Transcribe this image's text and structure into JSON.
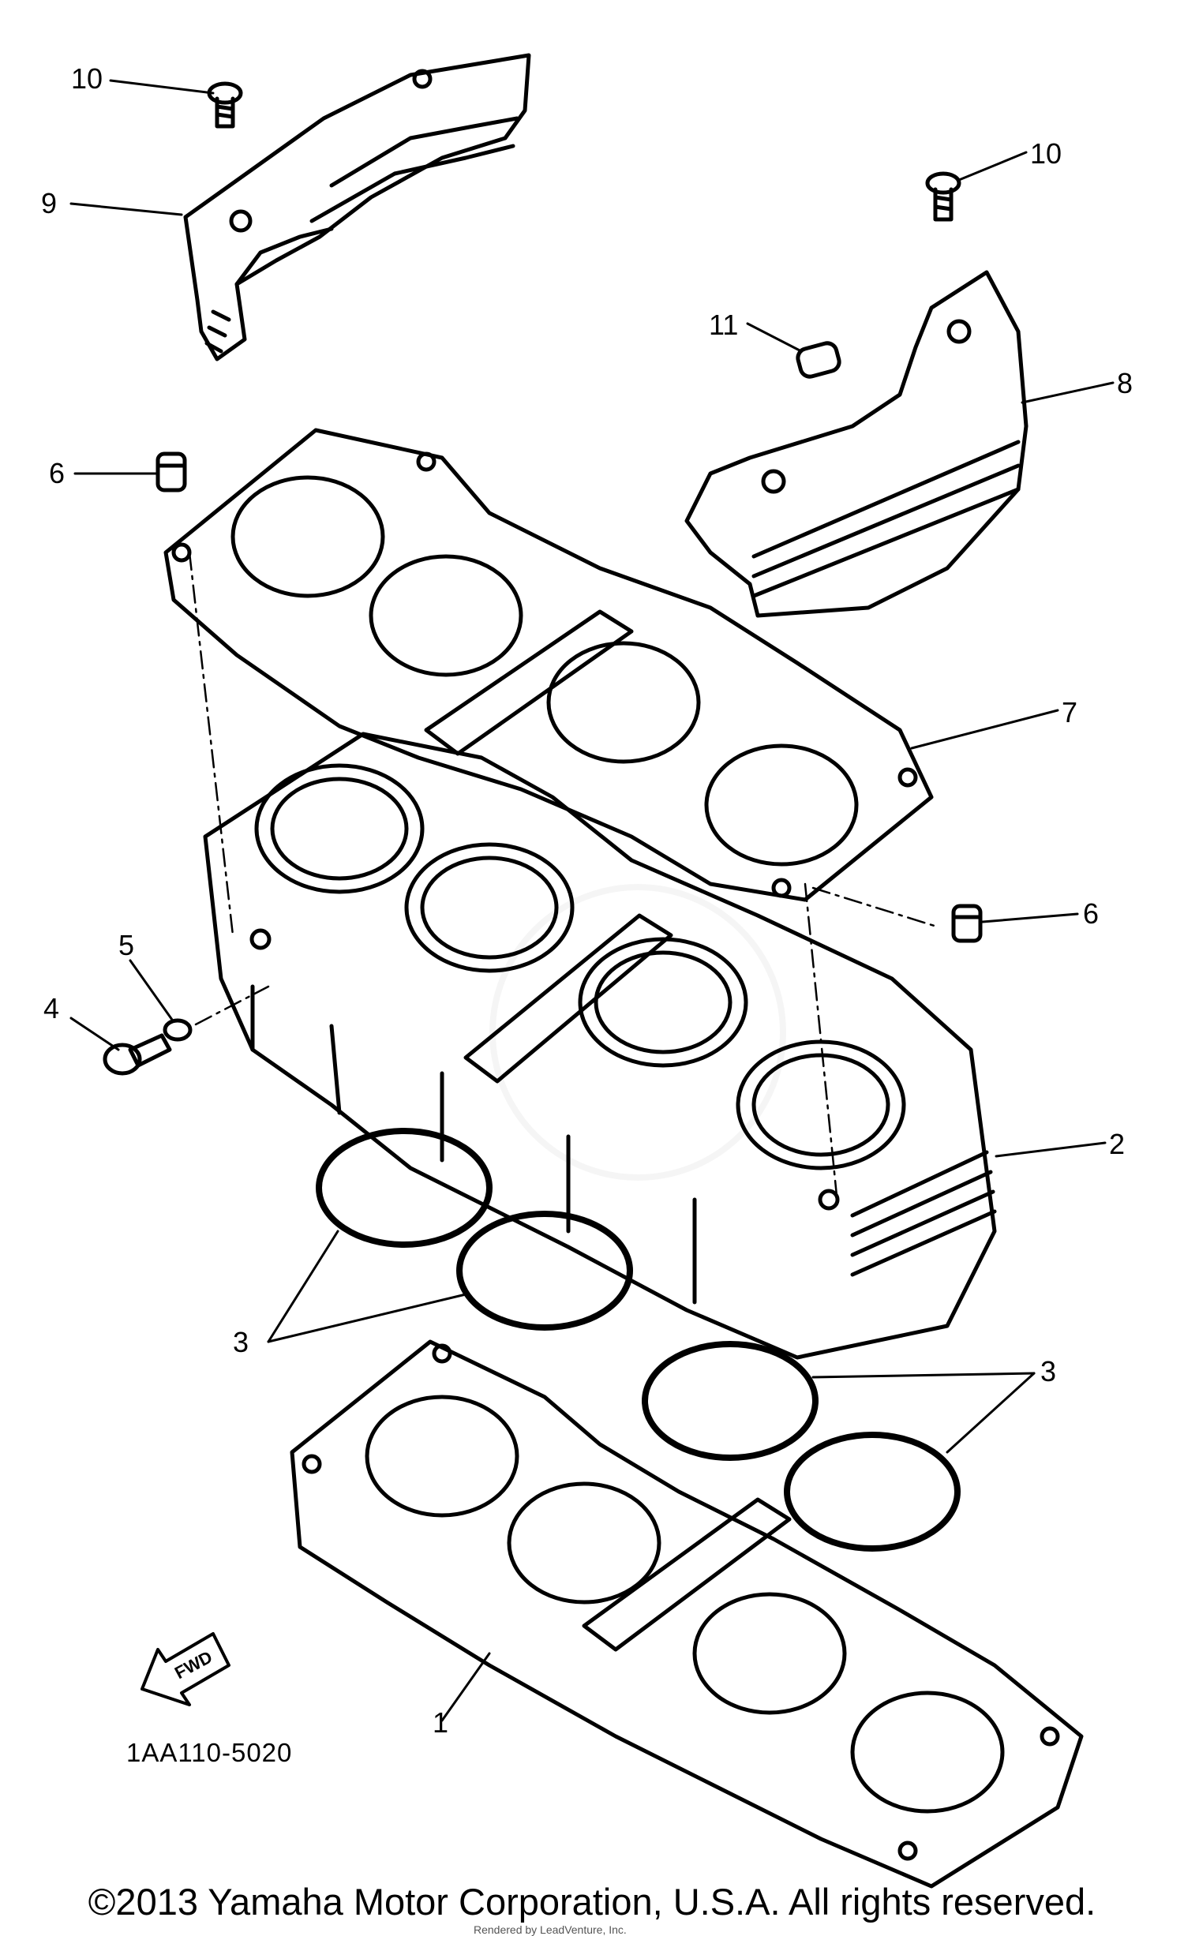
{
  "diagram": {
    "callouts": {
      "c10a": "10",
      "c10b": "10",
      "c9": "9",
      "c11": "11",
      "c8": "8",
      "c6a": "6",
      "c7": "7",
      "c6b": "6",
      "c5": "5",
      "c4": "4",
      "c2": "2",
      "c3a": "3",
      "c3b": "3",
      "c1": "1"
    },
    "fwd_label": "FWD",
    "diagram_code": "1AA110-5020"
  },
  "footer": {
    "copyright": "©2013 Yamaha Motor Corporation, U.S.A. All rights reserved.",
    "render_note": "Rendered by LeadVenture, Inc."
  }
}
